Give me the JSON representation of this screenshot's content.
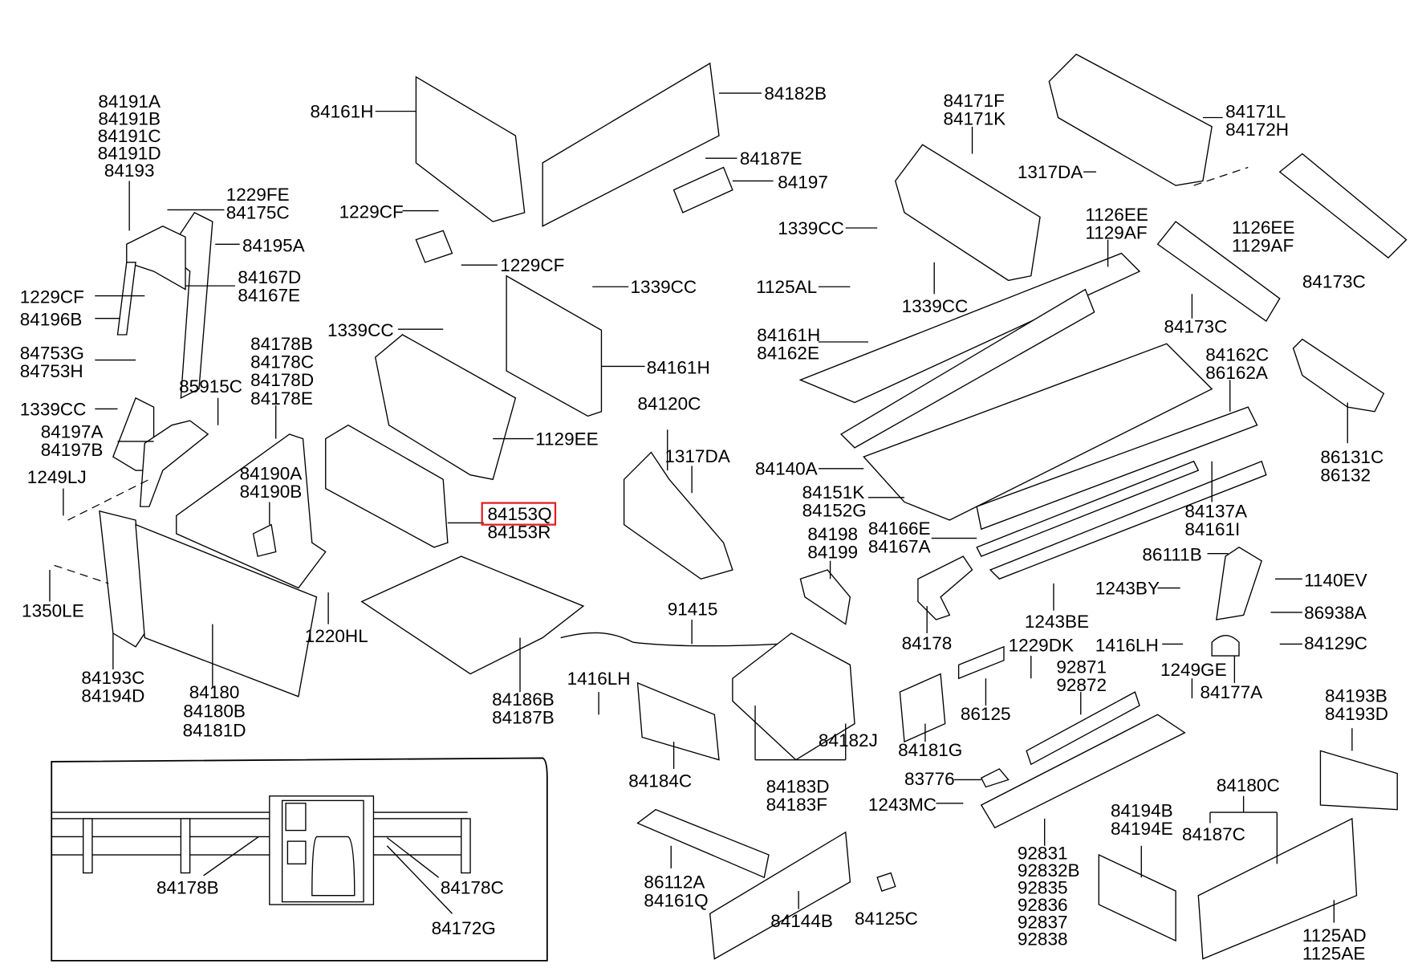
{
  "diagram": {
    "title": "Cargo bed / floor panel parts diagram",
    "highlight_color": "#e02020",
    "highlighted_part": "84153Q",
    "callouts": [
      {
        "id": "c1",
        "lines": [
          "84191A",
          "84191B",
          "84191C",
          "84191D",
          "84193"
        ]
      },
      {
        "id": "c2",
        "lines": [
          "1229FE",
          "84175C"
        ]
      },
      {
        "id": "c3",
        "lines": [
          "84195A"
        ]
      },
      {
        "id": "c4",
        "lines": [
          "84167D",
          "84167E"
        ]
      },
      {
        "id": "c5",
        "lines": [
          "1229CF"
        ]
      },
      {
        "id": "c6",
        "lines": [
          "84196B"
        ]
      },
      {
        "id": "c7",
        "lines": [
          "84753G",
          "84753H"
        ]
      },
      {
        "id": "c8",
        "lines": [
          "1339CC"
        ]
      },
      {
        "id": "c9",
        "lines": [
          "84178B",
          "84178C",
          "84178D",
          "84178E"
        ]
      },
      {
        "id": "c10",
        "lines": [
          "85915C"
        ]
      },
      {
        "id": "c11",
        "lines": [
          "84197A",
          "84197B"
        ]
      },
      {
        "id": "c12",
        "lines": [
          "1249LJ"
        ]
      },
      {
        "id": "c13",
        "lines": [
          "84190A",
          "84190B"
        ]
      },
      {
        "id": "c14",
        "lines": [
          "1350LE"
        ]
      },
      {
        "id": "c15",
        "lines": [
          "1220HL"
        ]
      },
      {
        "id": "c16",
        "lines": [
          "84193C",
          "84194D"
        ]
      },
      {
        "id": "c17",
        "lines": [
          "84180",
          "84180B",
          "84181D"
        ]
      },
      {
        "id": "c18",
        "lines": [
          "84161H"
        ]
      },
      {
        "id": "c19",
        "lines": [
          "84182B"
        ]
      },
      {
        "id": "c20",
        "lines": [
          "84187E"
        ]
      },
      {
        "id": "c21",
        "lines": [
          "84197"
        ]
      },
      {
        "id": "c22",
        "lines": [
          "1229CF"
        ]
      },
      {
        "id": "c23",
        "lines": [
          "1229CF"
        ]
      },
      {
        "id": "c24",
        "lines": [
          "1339CC"
        ]
      },
      {
        "id": "c25",
        "lines": [
          "1339CC"
        ]
      },
      {
        "id": "c26",
        "lines": [
          "84161H"
        ]
      },
      {
        "id": "c27",
        "lines": [
          "1129EE"
        ]
      },
      {
        "id": "c28",
        "lines": [
          "84153Q",
          "84153R"
        ]
      },
      {
        "id": "c29",
        "lines": [
          "84120C"
        ]
      },
      {
        "id": "c30",
        "lines": [
          "1317DA"
        ]
      },
      {
        "id": "c31",
        "lines": [
          "91415"
        ]
      },
      {
        "id": "c32",
        "lines": [
          "84186B",
          "84187B"
        ]
      },
      {
        "id": "c33",
        "lines": [
          "1416LH"
        ]
      },
      {
        "id": "c34",
        "lines": [
          "84184C"
        ]
      },
      {
        "id": "c35",
        "lines": [
          "84183D",
          "84183F"
        ]
      },
      {
        "id": "c36",
        "lines": [
          "84182J"
        ]
      },
      {
        "id": "c37",
        "lines": [
          "86112A",
          "84161Q"
        ]
      },
      {
        "id": "c38",
        "lines": [
          "84144B"
        ]
      },
      {
        "id": "c39",
        "lines": [
          "84125C"
        ]
      },
      {
        "id": "c40",
        "lines": [
          "84171F",
          "84171K"
        ]
      },
      {
        "id": "c41",
        "lines": [
          "84171L",
          "84172H"
        ]
      },
      {
        "id": "c42",
        "lines": [
          "1317DA"
        ]
      },
      {
        "id": "c43",
        "lines": [
          "1339CC"
        ]
      },
      {
        "id": "c44",
        "lines": [
          "1126EE",
          "1129AF"
        ]
      },
      {
        "id": "c45",
        "lines": [
          "1126EE",
          "1129AF"
        ]
      },
      {
        "id": "c46",
        "lines": [
          "1125AL"
        ]
      },
      {
        "id": "c47",
        "lines": [
          "1339CC"
        ]
      },
      {
        "id": "c48",
        "lines": [
          "84173C"
        ]
      },
      {
        "id": "c49",
        "lines": [
          "84173C"
        ]
      },
      {
        "id": "c50",
        "lines": [
          "84161H",
          "84162E"
        ]
      },
      {
        "id": "c51",
        "lines": [
          "84162C",
          "86162A"
        ]
      },
      {
        "id": "c52",
        "lines": [
          "86131C",
          "86132"
        ]
      },
      {
        "id": "c53",
        "lines": [
          "84140A"
        ]
      },
      {
        "id": "c54",
        "lines": [
          "84151K",
          "84152G"
        ]
      },
      {
        "id": "c55",
        "lines": [
          "84166E",
          "84167A"
        ]
      },
      {
        "id": "c56",
        "lines": [
          "84137A",
          "84161I"
        ]
      },
      {
        "id": "c57",
        "lines": [
          "84198",
          "84199"
        ]
      },
      {
        "id": "c58",
        "lines": [
          "86111B"
        ]
      },
      {
        "id": "c59",
        "lines": [
          "1140EV"
        ]
      },
      {
        "id": "c60",
        "lines": [
          "1243BY"
        ]
      },
      {
        "id": "c61",
        "lines": [
          "86938A"
        ]
      },
      {
        "id": "c62",
        "lines": [
          "1243BE"
        ]
      },
      {
        "id": "c63",
        "lines": [
          "84178"
        ]
      },
      {
        "id": "c64",
        "lines": [
          "1229DK"
        ]
      },
      {
        "id": "c65",
        "lines": [
          "1416LH"
        ]
      },
      {
        "id": "c66",
        "lines": [
          "84129C"
        ]
      },
      {
        "id": "c67",
        "lines": [
          "92871",
          "92872"
        ]
      },
      {
        "id": "c68",
        "lines": [
          "1249GE"
        ]
      },
      {
        "id": "c69",
        "lines": [
          "84177A"
        ]
      },
      {
        "id": "c70",
        "lines": [
          "86125"
        ]
      },
      {
        "id": "c71",
        "lines": [
          "84181G"
        ]
      },
      {
        "id": "c72",
        "lines": [
          "83776"
        ]
      },
      {
        "id": "c73",
        "lines": [
          "1243MC"
        ]
      },
      {
        "id": "c74",
        "lines": [
          "92831",
          "92832B",
          "92835",
          "92836",
          "92837",
          "92838"
        ]
      },
      {
        "id": "c75",
        "lines": [
          "84194B",
          "84194E"
        ]
      },
      {
        "id": "c76",
        "lines": [
          "84180C"
        ]
      },
      {
        "id": "c77",
        "lines": [
          "84187C"
        ]
      },
      {
        "id": "c78",
        "lines": [
          "84193B",
          "84193D"
        ]
      },
      {
        "id": "c79",
        "lines": [
          "1125AD",
          "1125AE"
        ]
      },
      {
        "id": "c80",
        "lines": [
          "84178B"
        ]
      },
      {
        "id": "c81",
        "lines": [
          "84178C"
        ]
      },
      {
        "id": "c82",
        "lines": [
          "84172G"
        ]
      }
    ]
  }
}
